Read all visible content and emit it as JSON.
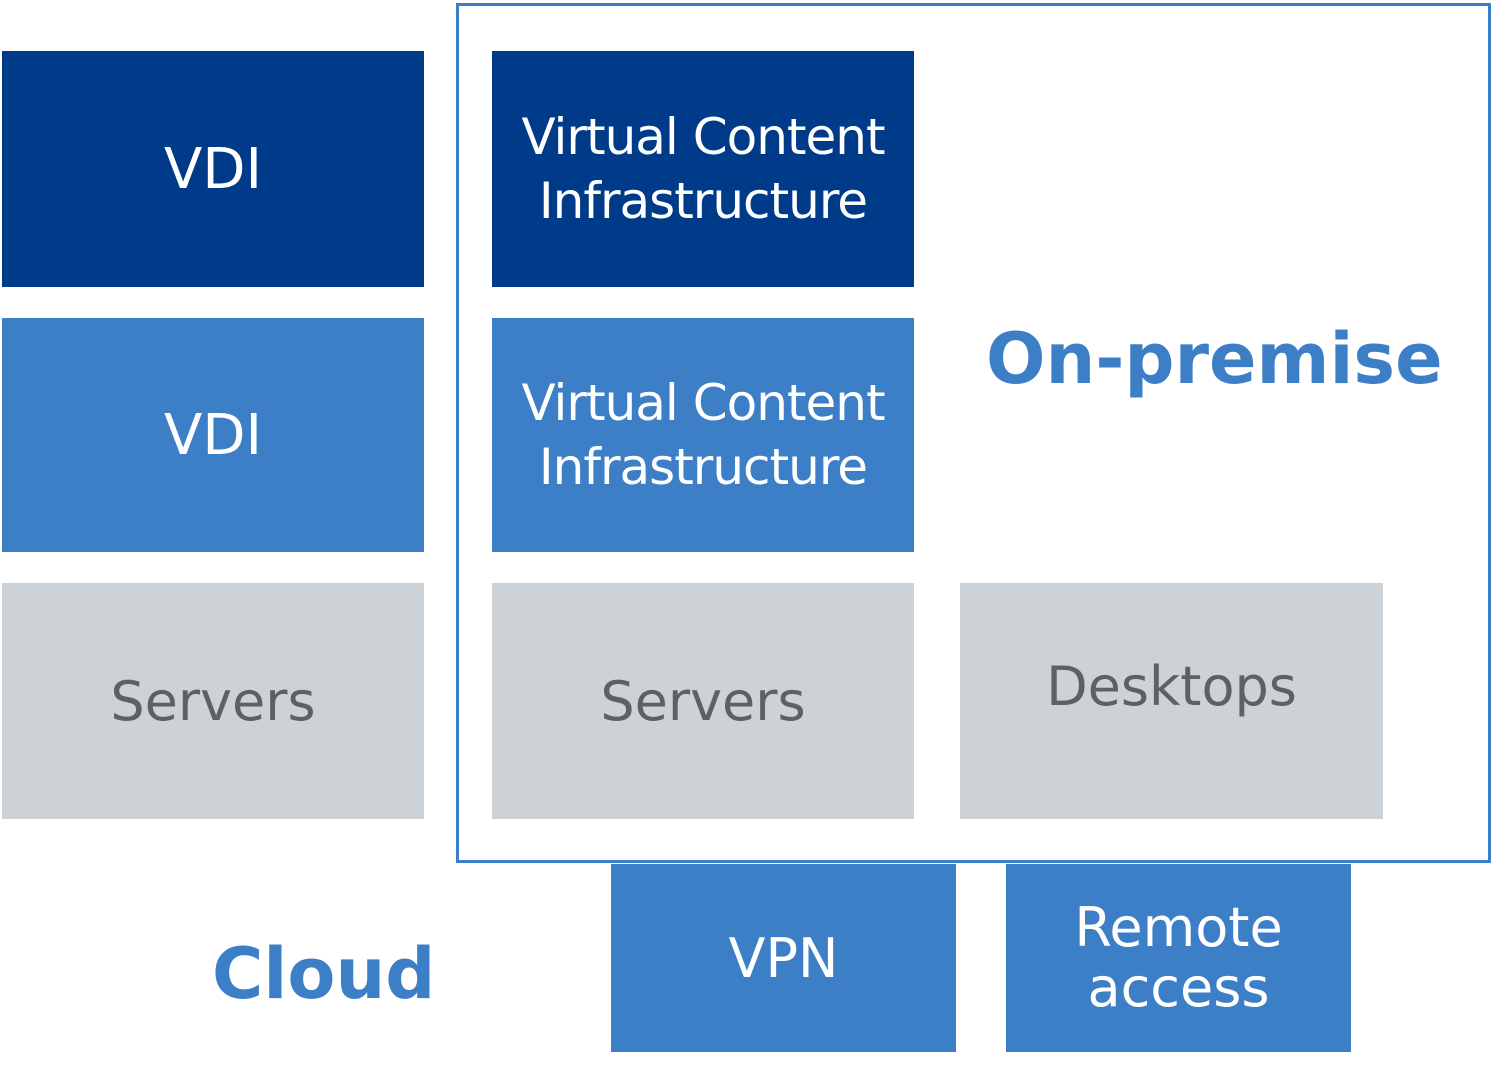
{
  "cloud": {
    "label": "Cloud",
    "vdi_dark": "VDI",
    "vdi_mid": "VDI",
    "servers": "Servers"
  },
  "on_premise": {
    "label": "On-premise",
    "vci_dark": {
      "line1": "Virtual Content",
      "line2": "Infrastructure"
    },
    "vci_mid": {
      "line1": "Virtual Content",
      "line2": "Infrastructure"
    },
    "servers": "Servers",
    "desktops": "Desktops"
  },
  "access": {
    "vpn": "VPN",
    "remote": {
      "line1": "Remote",
      "line2": "access"
    }
  },
  "colors": {
    "dark_blue": "#003b8a",
    "mid_blue": "#3d7fc6",
    "grey": "#cdd2d7",
    "grey_text": "#5f6062"
  }
}
